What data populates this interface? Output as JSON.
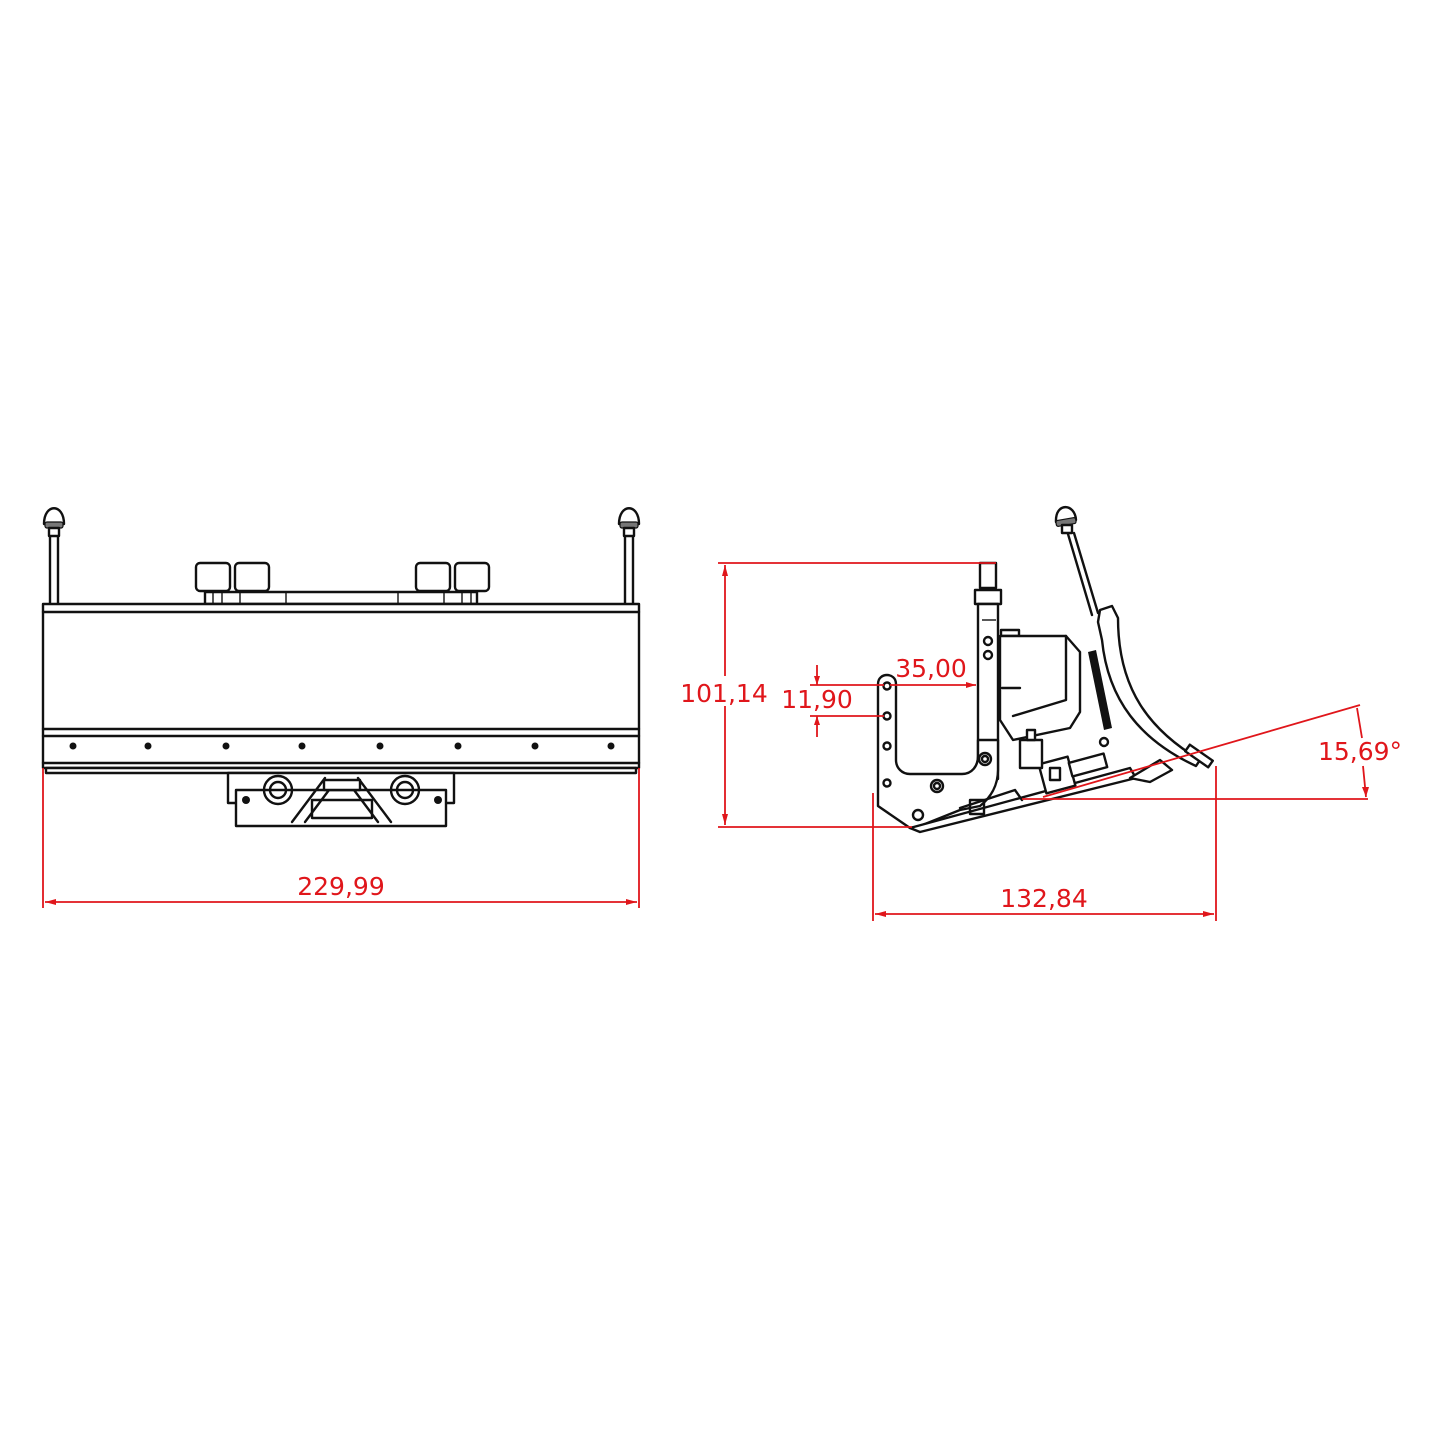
{
  "drawing": {
    "type": "technical dimension drawing",
    "subject": "snow plow blade attachment",
    "line_color": "#111111",
    "dimension_color": "#e0161b",
    "background_color": "#ffffff"
  },
  "front_view": {
    "label": "front view",
    "dimensions": {
      "overall_width": "229,99"
    },
    "features": {
      "marker_lights": 2,
      "top_blocks": 4,
      "bottom_bolts": 8
    }
  },
  "side_view": {
    "label": "side view",
    "dimensions": {
      "overall_height": "101,14",
      "hole_spacing": "11,90",
      "hole_to_frame": "35,00",
      "blade_angle": "15,69°",
      "overall_depth": "132,84"
    }
  }
}
